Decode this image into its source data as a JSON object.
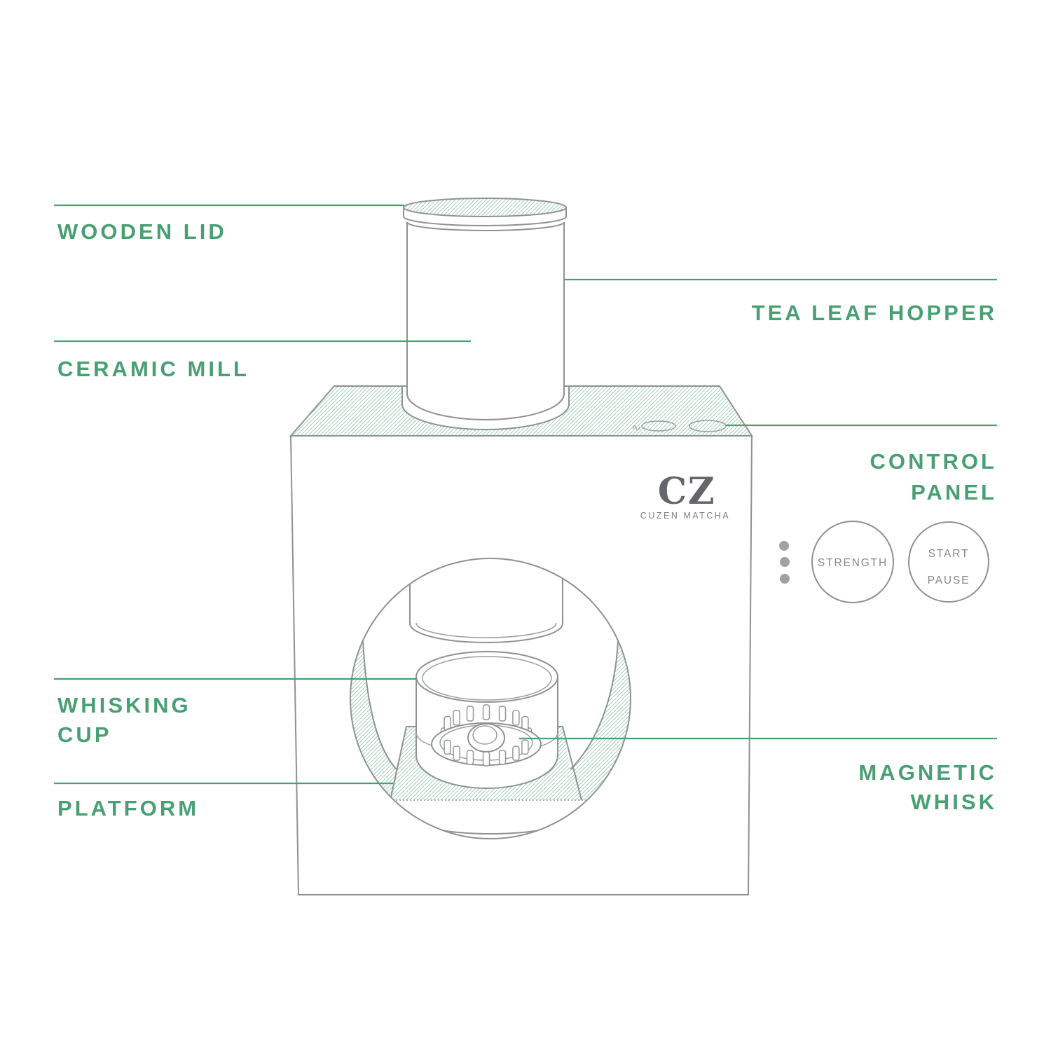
{
  "callouts": {
    "wooden_lid": "WOODEN LID",
    "ceramic_mill": "CERAMIC MILL",
    "tea_leaf_hopper": "TEA LEAF HOPPER",
    "control_panel_line1": "CONTROL",
    "control_panel_line2": "PANEL",
    "whisking_cup_line1": "WHISKING",
    "whisking_cup_line2": "CUP",
    "platform": "PLATFORM",
    "magnetic_whisk_line1": "MAGNETIC",
    "magnetic_whisk_line2": "WHISK"
  },
  "device": {
    "logo_mark": "CZ",
    "logo_name": "CUZEN MATCHA",
    "control_buttons": {
      "strength_label": "STRENGTH",
      "start_label": "START",
      "pause_label": "PAUSE"
    }
  },
  "colors": {
    "accent_green": "#48a072",
    "hatch_green": "#93c7ae",
    "outline_gray": "#8e9193",
    "control_text_gray": "#85888a",
    "logo_gray": "#63666a",
    "dot_gray": "#9fa2a4",
    "background": "#ffffff"
  }
}
